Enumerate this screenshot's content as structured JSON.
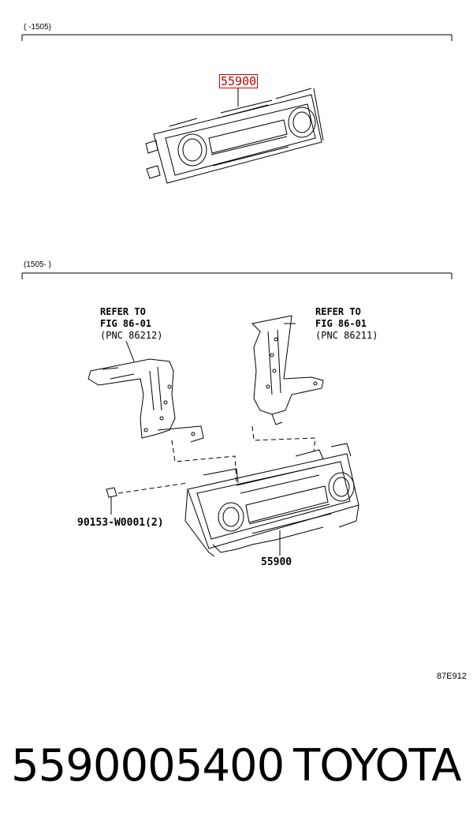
{
  "sections": [
    {
      "range_label": "(      -1505)"
    },
    {
      "range_label": "(1505-       )"
    }
  ],
  "top_diagram": {
    "part_label": "55900"
  },
  "bottom_diagram": {
    "refer_left": {
      "line1": "REFER TO",
      "line2": "FIG 86-01",
      "line3": "(PNC 86212)"
    },
    "refer_right": {
      "line1": "REFER TO",
      "line2": "FIG 86-01",
      "line3": "(PNC 86211)"
    },
    "screw_label": "90153-W0001(2)",
    "part_label": "55900"
  },
  "figure_code": "87E912",
  "footer": {
    "part_number": "5590005400",
    "brand": "TOYOTA"
  }
}
